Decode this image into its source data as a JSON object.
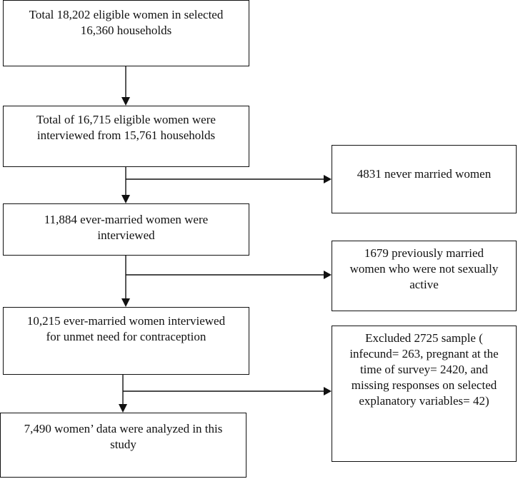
{
  "main_flow": {
    "box1": "Total 18,202 eligible women in selected\n16,360 households",
    "box2": "Total of 16,715 eligible women were\ninterviewed from 15,761 households",
    "box3": "11,884 ever-married women were\ninterviewed",
    "box4": "10,215 ever-married women interviewed\nfor unmet need for contraception",
    "box5": "7,490 women’ data were analyzed in this\nstudy"
  },
  "exclusions": {
    "ex1": "4831 never married women",
    "ex2": "1679 previously married\nwomen who were not sexually\nactive",
    "ex3": "Excluded 2725 sample (\ninfecund= 263, pregnant at the\ntime of survey= 2420, and\nmissing responses on selected\nexplanatory variables= 42)"
  }
}
